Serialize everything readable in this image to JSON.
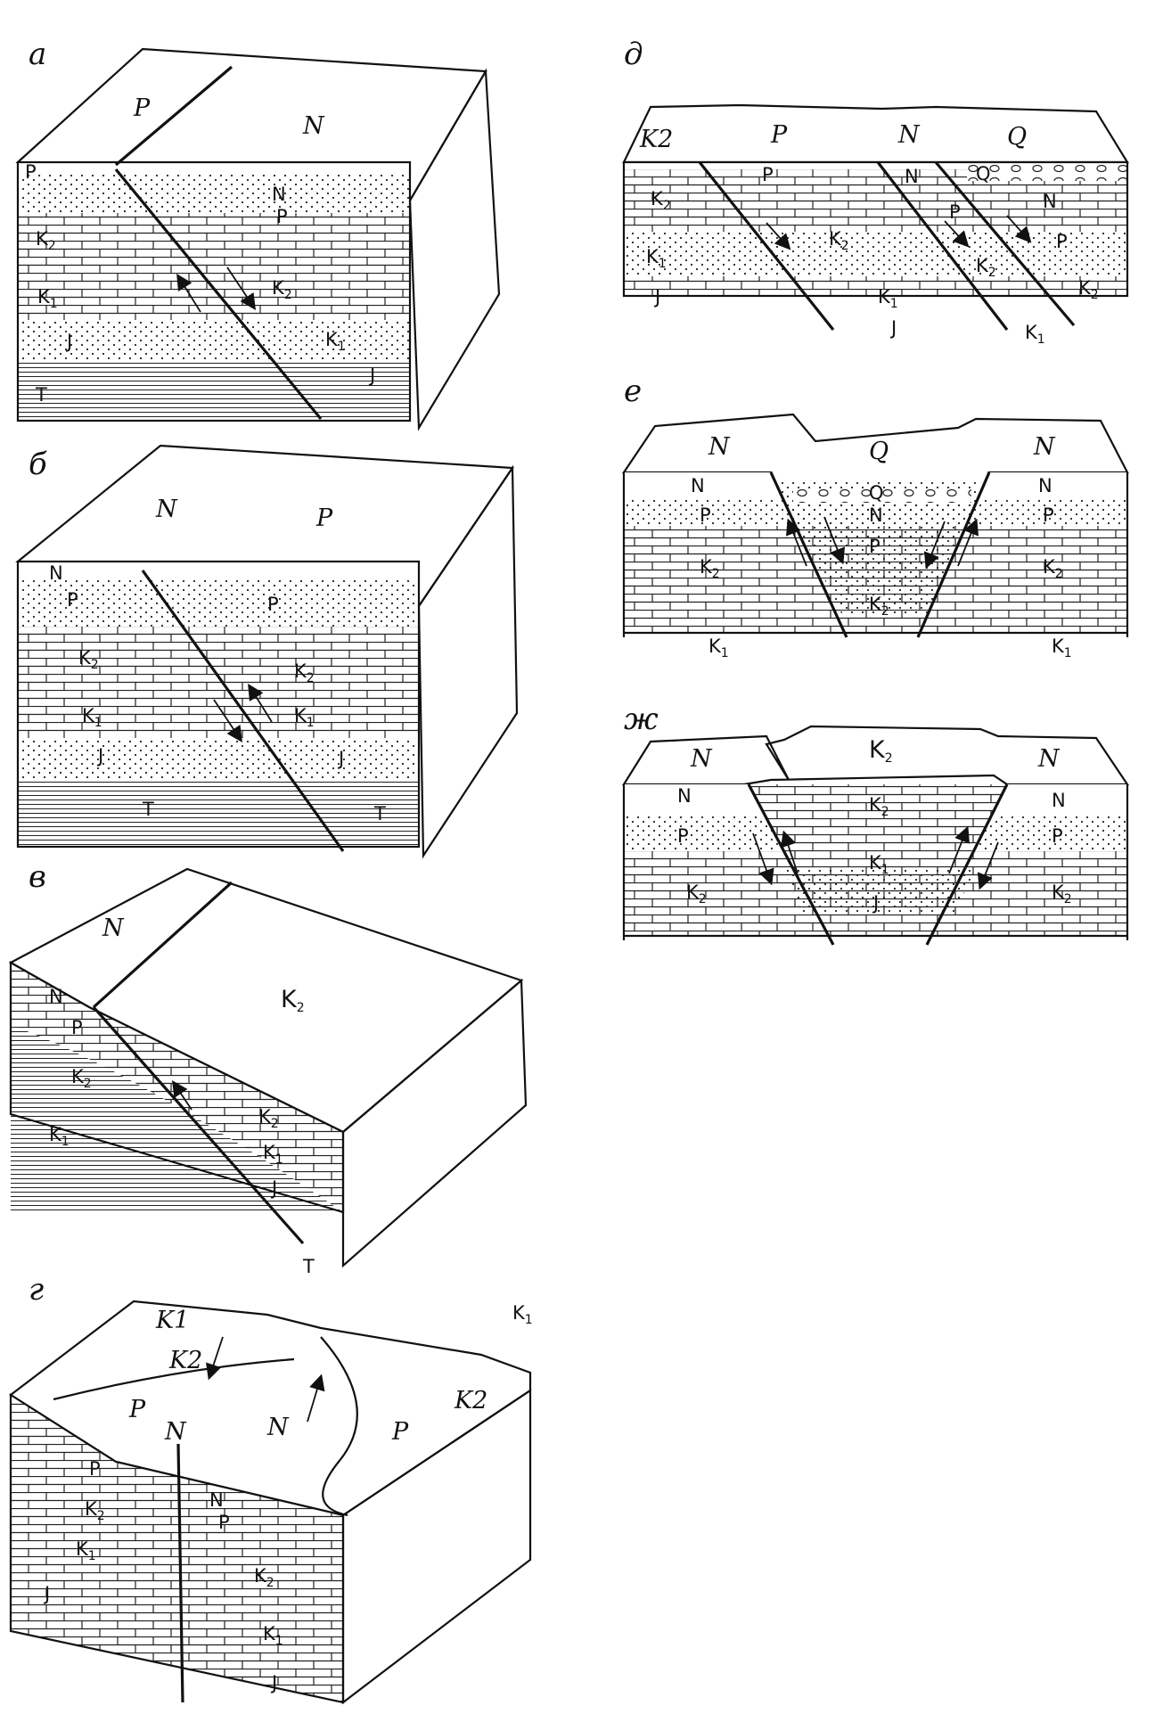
{
  "figure": {
    "panels": [
      {
        "id": "a",
        "letter": "а",
        "labels": {
          "top_left": "P",
          "top_right": "N",
          "left": [
            "P",
            "K2",
            "K1",
            "J",
            "T"
          ],
          "right": [
            "N",
            "P",
            "K2",
            "K1",
            "J"
          ]
        }
      },
      {
        "id": "b",
        "letter": "б",
        "labels": {
          "top_left": "N",
          "top_right": "P",
          "left": [
            "N",
            "P",
            "K2",
            "K1",
            "J",
            "T"
          ],
          "right": [
            "P",
            "K2",
            "K1",
            "J",
            "T"
          ]
        }
      },
      {
        "id": "v",
        "letter": "в",
        "labels": {
          "top_left": "N",
          "top_right": "K2",
          "left": [
            "N",
            "P",
            "K2",
            "K1"
          ],
          "right": [
            "K2",
            "K1",
            "J",
            "T"
          ]
        }
      },
      {
        "id": "g",
        "letter": "г",
        "labels": {
          "top": [
            "K1",
            "K2",
            "P",
            "N",
            "N",
            "P",
            "K2",
            "K1"
          ],
          "left": [
            "P",
            "K2",
            "K1",
            "J"
          ],
          "right": [
            "N",
            "P",
            "K2",
            "K1",
            "J"
          ]
        }
      },
      {
        "id": "d",
        "letter": "д",
        "labels": {
          "top": [
            "K2",
            "P",
            "N",
            "Q"
          ],
          "front": [
            "K2",
            "K1",
            "J",
            "P",
            "K2",
            "K1",
            "J",
            "N",
            "P",
            "K2",
            "K1",
            "Q",
            "N",
            "P",
            "K2"
          ]
        }
      },
      {
        "id": "e",
        "letter": "е",
        "labels": {
          "top": [
            "N",
            "Q",
            "N"
          ],
          "front": [
            "N",
            "P",
            "K2",
            "K1",
            "Q",
            "N",
            "P",
            "K2",
            "N",
            "P",
            "K2",
            "K1"
          ]
        }
      },
      {
        "id": "zh",
        "letter": "ж",
        "labels": {
          "top": [
            "N",
            "K2",
            "N"
          ],
          "front": [
            "N",
            "P",
            "K2",
            "K2",
            "K1",
            "J",
            "N",
            "P",
            "K2"
          ]
        }
      }
    ]
  }
}
